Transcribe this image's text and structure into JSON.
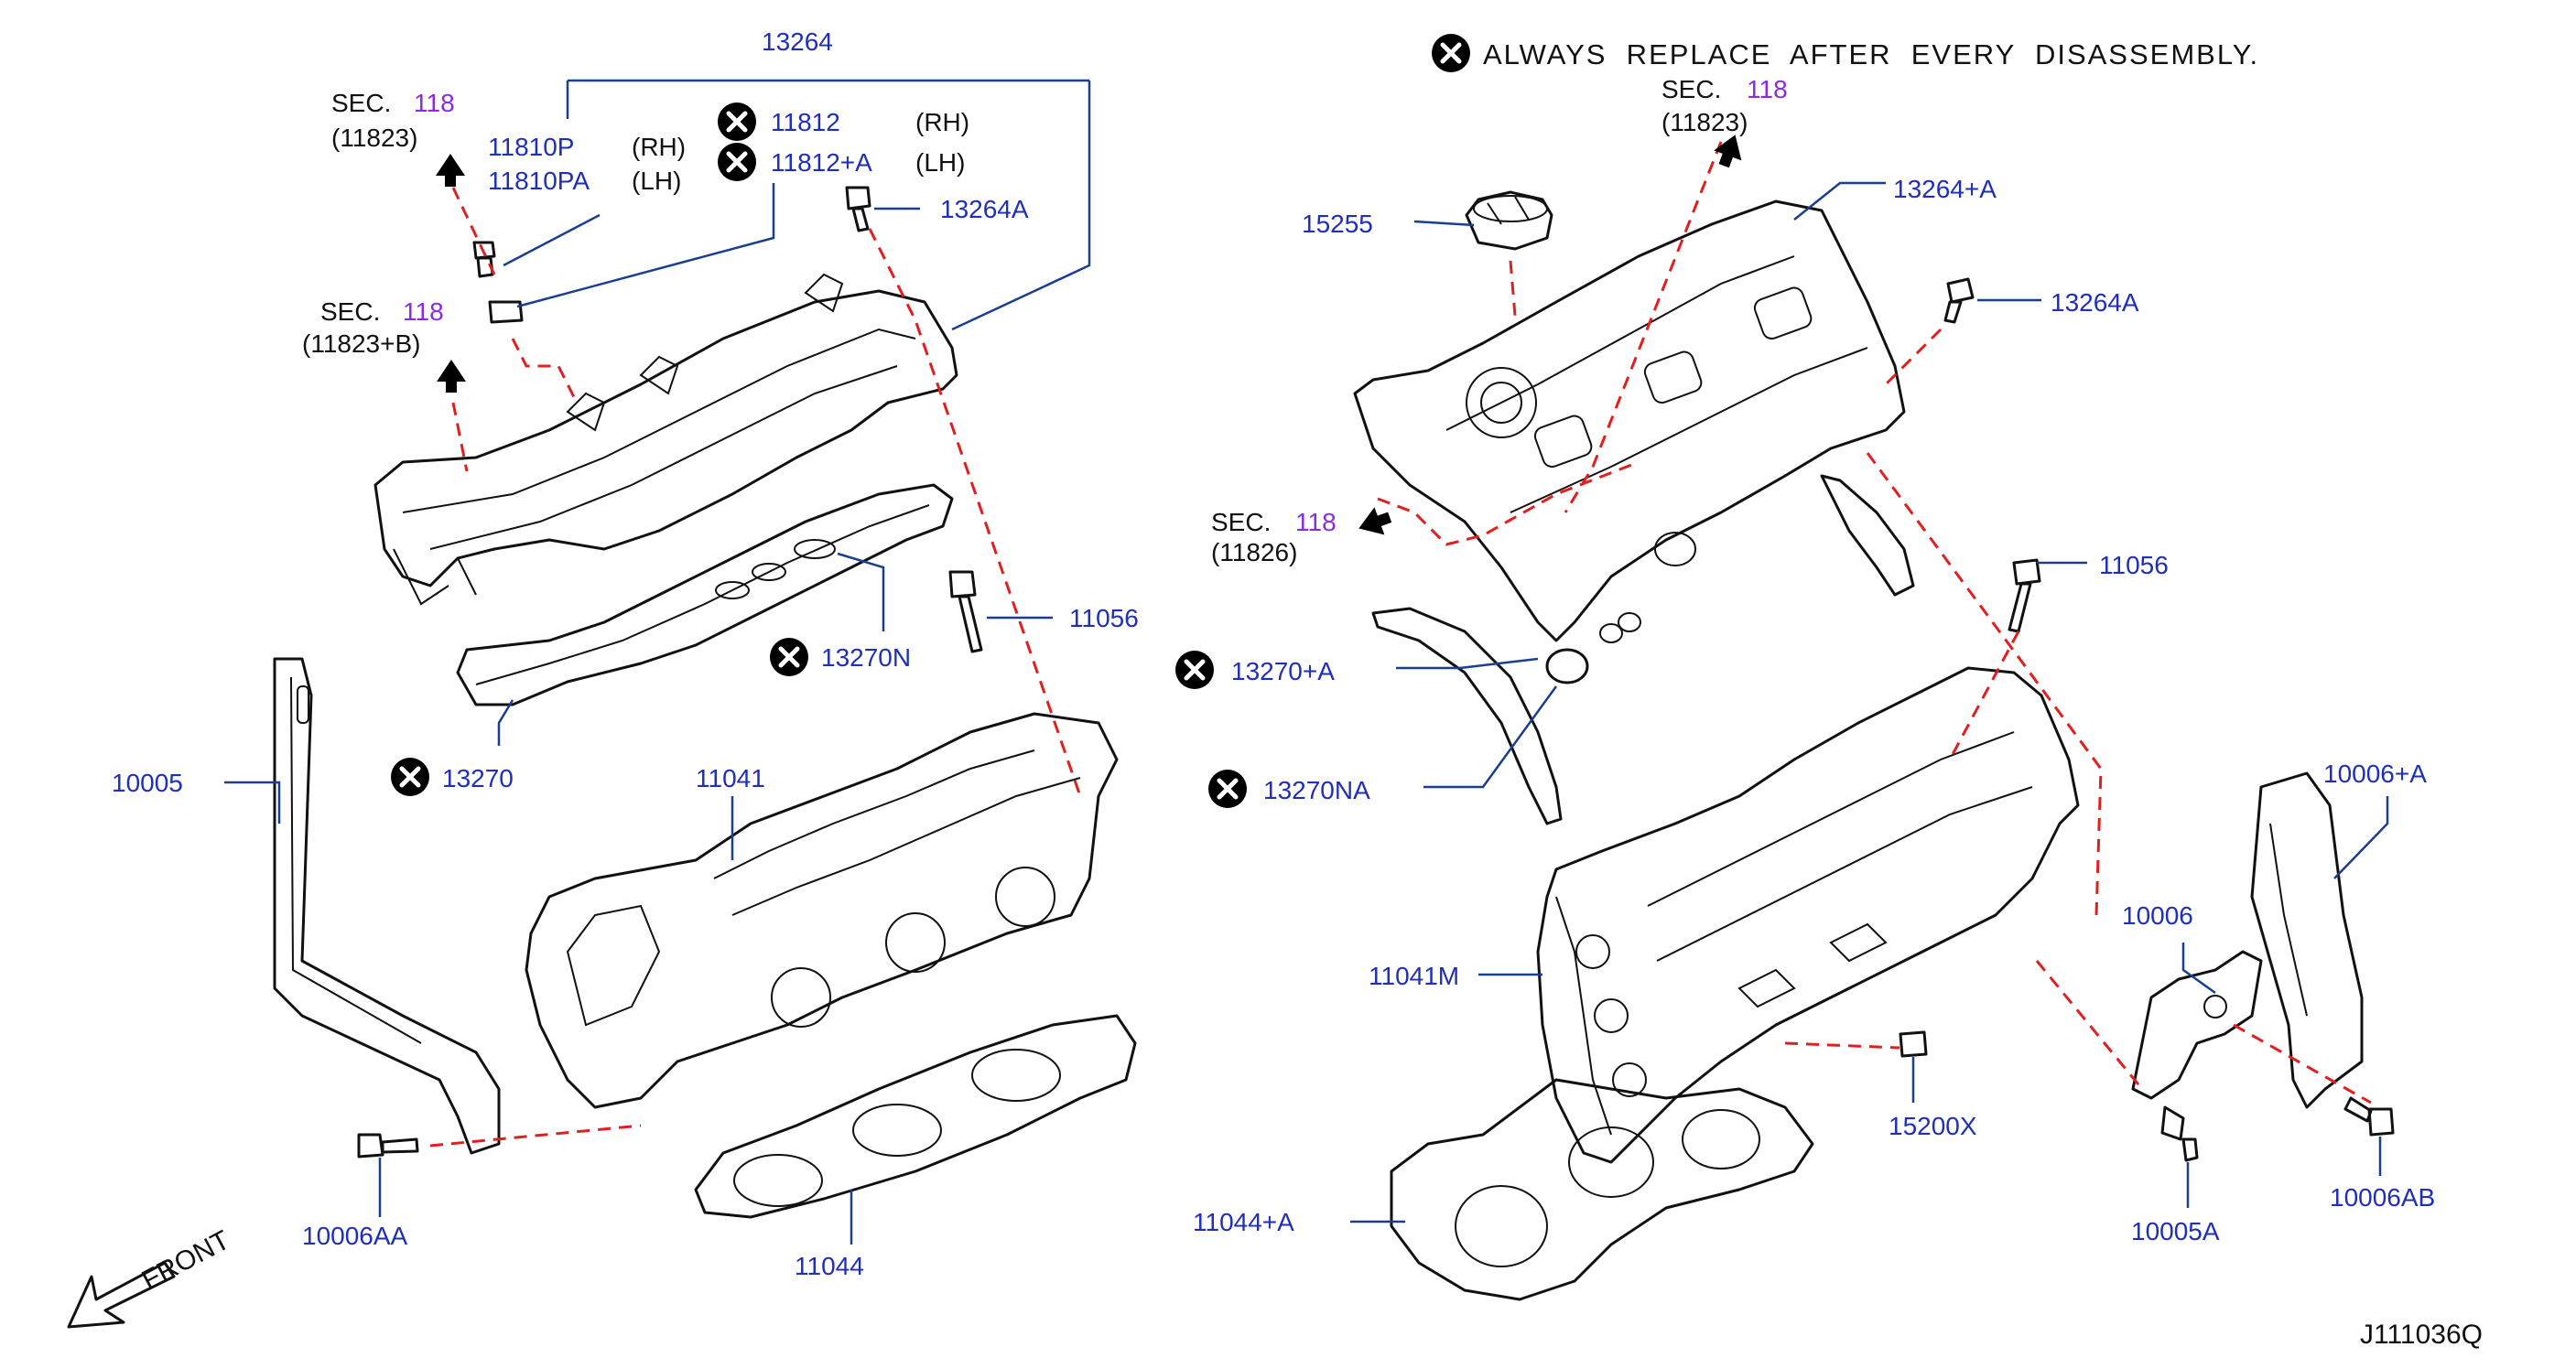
{
  "notice": {
    "text": "ALWAYS  REPLACE  AFTER  EVERY  DISASSEMBLY."
  },
  "diagram_code": "J111036Q",
  "front_label": "FRONT",
  "sec_refs": {
    "top_left": {
      "prefix": "SEC.",
      "num": "118",
      "code": "(11823)"
    },
    "mid_left": {
      "prefix": "SEC.",
      "num": "118",
      "code": "(11823+B)"
    },
    "top_right": {
      "prefix": "SEC.",
      "num": "118",
      "code": "(11823)"
    },
    "mid_right": {
      "prefix": "SEC.",
      "num": "118",
      "code": "(11826)"
    }
  },
  "parts": {
    "p13264": "13264",
    "p11810P": "11810P",
    "p11810PA": "11810PA",
    "rh1": "(RH)",
    "lh1": "(LH)",
    "p11812": "11812",
    "p11812A": "11812+A",
    "rh2": "(RH)",
    "lh2": "(LH)",
    "p13264A_left": "13264A",
    "p11056_left": "11056",
    "p13270N": "13270N",
    "p13270": "13270",
    "p10005": "10005",
    "p11041": "11041",
    "p10006AA": "10006AA",
    "p11044": "11044",
    "p15255": "15255",
    "p13264PA": "13264+A",
    "p13264A_right": "13264A",
    "p11056_right": "11056",
    "p13270PA": "13270+A",
    "p13270NA": "13270NA",
    "p11041M": "11041M",
    "p15200X": "15200X",
    "p10006PA": "10006+A",
    "p10006": "10006",
    "p11044PA": "11044+A",
    "p10005A": "10005A",
    "p10006AB": "10006AB"
  },
  "icons": {
    "replace_marker": "x-circle-icon",
    "arrow": "arrow-icon"
  },
  "colors": {
    "part_number": "#1f2fb8",
    "section_number": "#8a2be2",
    "dashed_guide": "#e02020",
    "leader_line": "#1a3f8f",
    "drawing": "#111111"
  }
}
